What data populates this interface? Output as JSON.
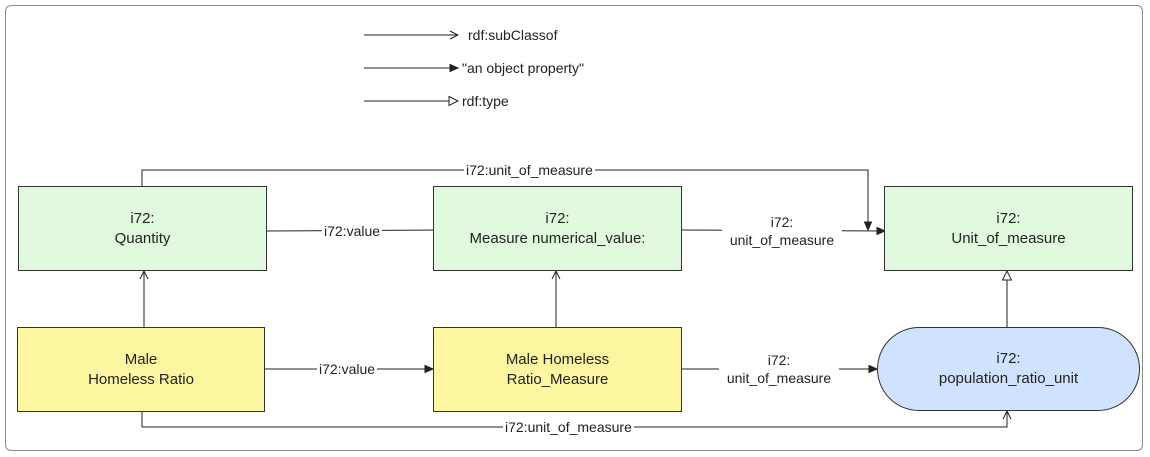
{
  "legend": {
    "subclass": "rdf:subClassof",
    "object_property": "\"an object property\"",
    "type": "rdf:type"
  },
  "nodes": {
    "quantity": {
      "line1": "i72:",
      "line2": "Quantity"
    },
    "measure_numerical_value": {
      "line1": "i72:",
      "line2": "Measure numerical_value:"
    },
    "unit_of_measure": {
      "line1": "i72:",
      "line2": "Unit_of_measure"
    },
    "male_homeless_ratio": {
      "line1": "Male",
      "line2": "Homeless Ratio"
    },
    "male_homeless_ratio_measure": {
      "line1": "Male Homeless",
      "line2": "Ratio_Measure"
    },
    "population_ratio_unit": {
      "line1": "i72:",
      "line2": "population_ratio_unit"
    }
  },
  "edge_labels": {
    "top_unit_of_measure": "i72:unit_of_measure",
    "quantity_value": "i72:value",
    "measure_unit_line1": "i72:",
    "measure_unit_line2": "unit_of_measure",
    "ratio_value": "i72:value",
    "ratio_measure_unit_line1": "i72:",
    "ratio_measure_unit_line2": "unit_of_measure",
    "bottom_unit_of_measure": "i72:unit_of_measure"
  }
}
